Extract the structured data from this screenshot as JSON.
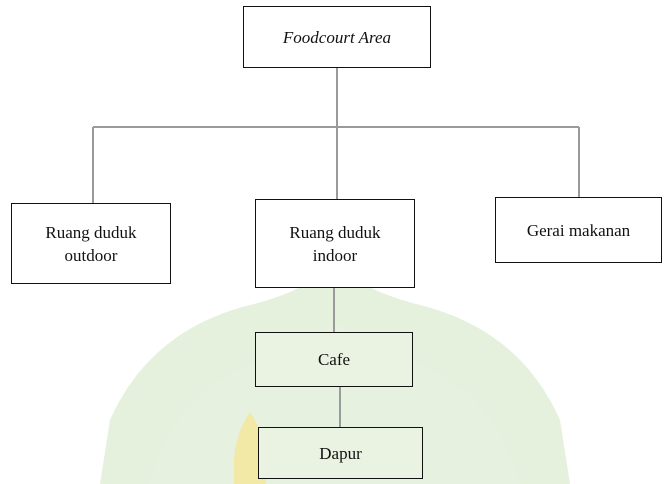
{
  "diagram": {
    "nodes": {
      "root": {
        "label": "Foodcourt Area"
      },
      "outdoor": {
        "label": "Ruang duduk\noutdoor"
      },
      "indoor": {
        "label": "Ruang duduk\nindoor"
      },
      "food_stall": {
        "label": "Gerai makanan"
      },
      "cafe": {
        "label": "Cafe"
      },
      "kitchen": {
        "label": "Dapur"
      }
    },
    "edges": [
      {
        "from": "Foodcourt Area",
        "to": "Ruang duduk outdoor"
      },
      {
        "from": "Foodcourt Area",
        "to": "Ruang duduk indoor"
      },
      {
        "from": "Foodcourt Area",
        "to": "Gerai makanan"
      },
      {
        "from": "Ruang duduk indoor",
        "to": "Cafe"
      },
      {
        "from": "Cafe",
        "to": "Dapur"
      }
    ]
  },
  "colors": {
    "box_border": "#111111",
    "connector": "#9a9a9a",
    "highlight_fill": "#eaf3e2",
    "watermark_green": "#dcebd2",
    "watermark_yellow": "#f3e9a6"
  }
}
